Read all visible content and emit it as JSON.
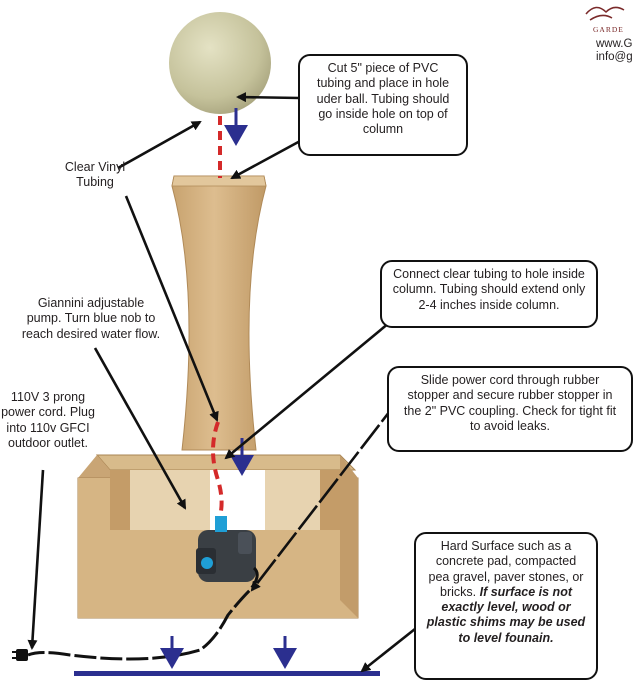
{
  "header": {
    "logo_text": "GARDE",
    "website": "www.G",
    "email": "info@g"
  },
  "labels": {
    "clear_vinyl_tubing": [
      "Clear Vinyl",
      "Tubing"
    ],
    "pump": [
      "Giannini adjustable",
      "pump. Turn blue nob to",
      "reach desired water flow."
    ],
    "power_cord": [
      "110V 3 prong",
      "power cord. Plug",
      "into 110v GFCI",
      "outdoor outlet."
    ]
  },
  "callouts": {
    "cut_pvc": [
      "Cut 5\" piece of PVC",
      "tubing and place in hole",
      "uder ball. Tubing should",
      "go inside hole on top of",
      "column"
    ],
    "connect_tubing": [
      "Connect clear tubing to hole inside",
      "column. Tubing should extend only",
      "2-4 inches inside column."
    ],
    "power_cord_stopper": [
      "Slide power cord through rubber",
      "stopper and secure rubber stopper in",
      "the 2\" PVC coupling. Check for tight fit",
      "to avoid leaks."
    ],
    "hard_surface": {
      "normal": [
        "Hard Surface such as a",
        "concrete pad, compacted",
        "pea gravel, paver stones, or",
        "bricks."
      ],
      "emphasis": [
        "If surface is not",
        "exactly level, wood or",
        "plastic shims may be used",
        "to level founain."
      ]
    }
  },
  "colors": {
    "sandstone": "#d9b88a",
    "sandstone_dark": "#b8945f",
    "sphere": "#c9c6a0",
    "flow_arrow": "#2b2f8f",
    "pvc_red": "#d42a2a",
    "ground_line": "#2b2f8f",
    "pump_body": "#3a3f44",
    "pump_accent": "#1f9fd6"
  }
}
